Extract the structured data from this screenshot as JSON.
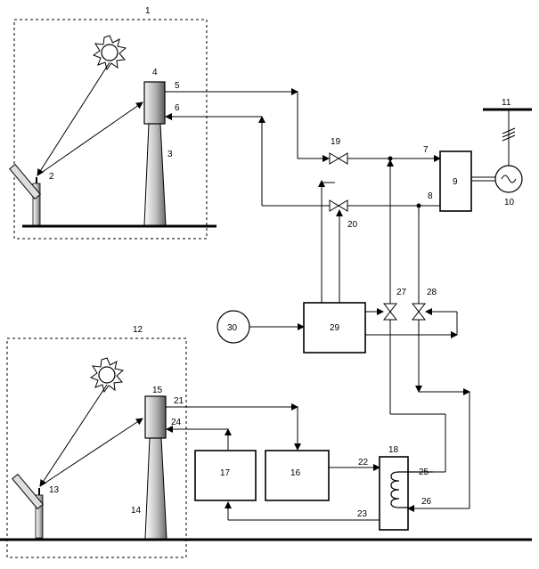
{
  "labels": {
    "n1": "1",
    "n2": "2",
    "n3": "3",
    "n4": "4",
    "n5": "5",
    "n6": "6",
    "n7": "7",
    "n8": "8",
    "n9": "9",
    "n10": "10",
    "n11": "11",
    "n12": "12",
    "n13": "13",
    "n14": "14",
    "n15": "15",
    "n16": "16",
    "n17": "17",
    "n18": "18",
    "n19": "19",
    "n20": "20",
    "n21": "21",
    "n22": "22",
    "n23": "23",
    "n24": "24",
    "n25": "25",
    "n26": "26",
    "n27": "27",
    "n28": "28",
    "n29": "29",
    "n30": "30"
  },
  "icons": {
    "sun": "sun-icon",
    "heliostat": "heliostat-icon",
    "tower_receiver": "tower-receiver-icon",
    "valve": "valve-icon",
    "generator": "generator-icon",
    "heat_exchanger_coil": "coil-icon"
  }
}
